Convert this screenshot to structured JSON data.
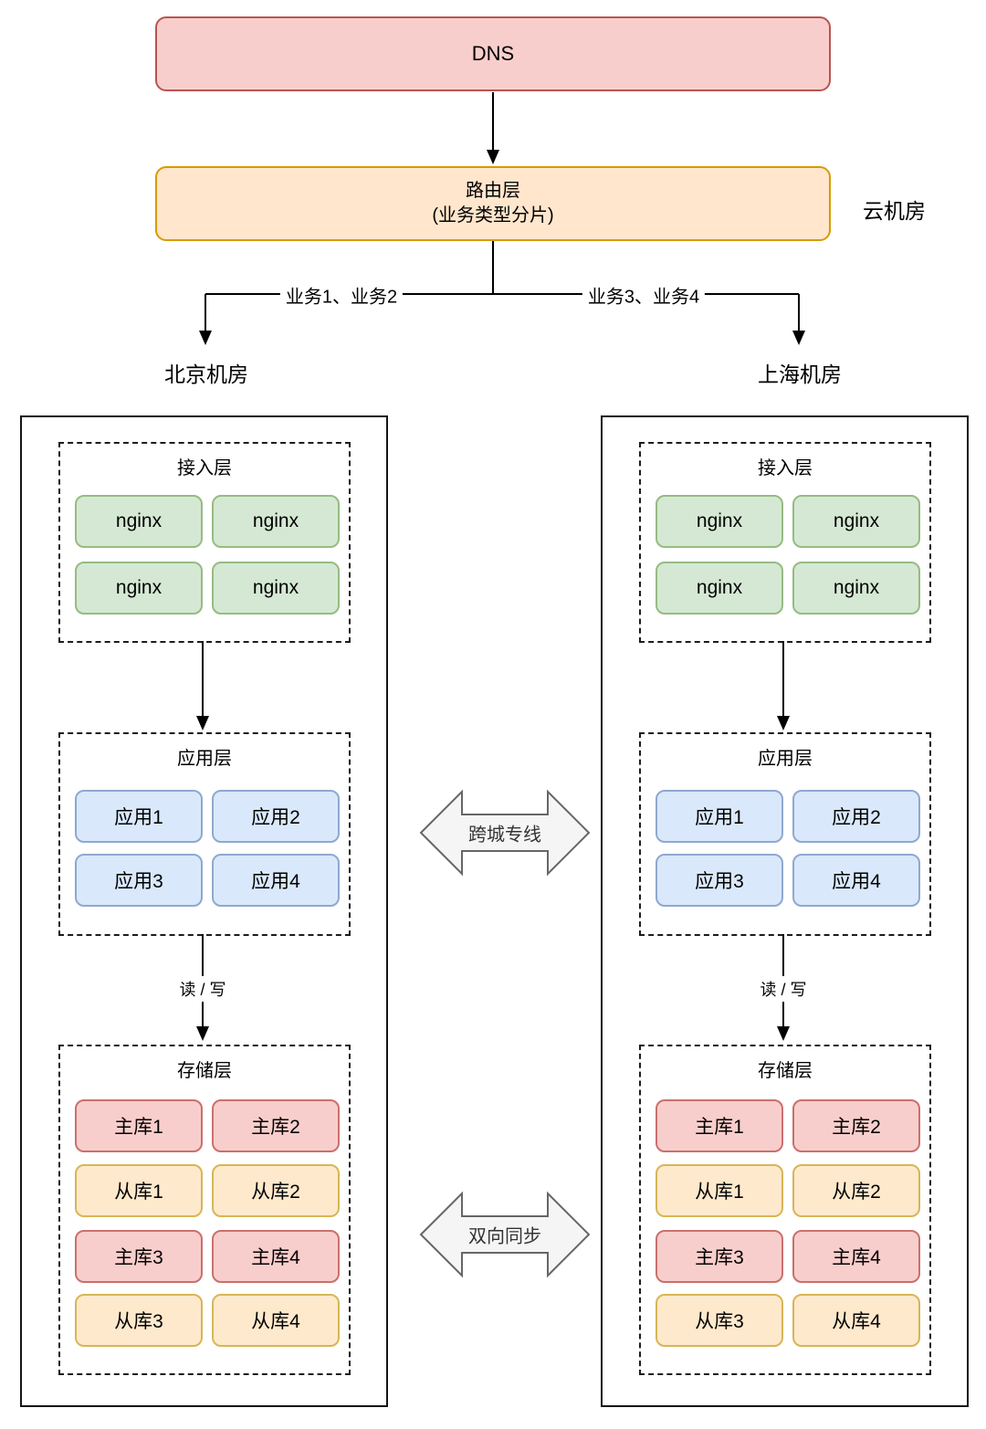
{
  "dns": {
    "label": "DNS"
  },
  "router": {
    "line1": "路由层",
    "line2": "(业务类型分片)"
  },
  "cloud_room": "云机房",
  "branches": {
    "left": "业务1、业务2",
    "right": "业务3、业务4"
  },
  "links": {
    "cross_city": "跨城专线",
    "sync": "双向同步",
    "read_write": "读 / 写"
  },
  "datacenters": [
    {
      "name": "北京机房",
      "access": {
        "title": "接入层",
        "nodes": [
          "nginx",
          "nginx",
          "nginx",
          "nginx"
        ]
      },
      "app": {
        "title": "应用层",
        "nodes": [
          "应用1",
          "应用2",
          "应用3",
          "应用4"
        ]
      },
      "storage": {
        "title": "存储层",
        "nodes": [
          "主库1",
          "主库2",
          "从库1",
          "从库2",
          "主库3",
          "主库4",
          "从库3",
          "从库4"
        ]
      }
    },
    {
      "name": "上海机房",
      "access": {
        "title": "接入层",
        "nodes": [
          "nginx",
          "nginx",
          "nginx",
          "nginx"
        ]
      },
      "app": {
        "title": "应用层",
        "nodes": [
          "应用1",
          "应用2",
          "应用3",
          "应用4"
        ]
      },
      "storage": {
        "title": "存储层",
        "nodes": [
          "主库1",
          "主库2",
          "从库1",
          "从库2",
          "主库3",
          "主库4",
          "从库3",
          "从库4"
        ]
      }
    }
  ],
  "colors": {
    "dns_fill": "#f8cecc",
    "dns_border": "#b85450",
    "router_fill": "#ffe6cc",
    "router_border": "#d79b00",
    "nginx_fill": "#d5e8d4",
    "nginx_border": "#97bb82",
    "app_fill": "#dae8fc",
    "app_border": "#8fa8cf",
    "master_fill": "#f8cecc",
    "master_border": "#c9706e",
    "slave_fill": "#ffe9cc",
    "slave_border": "#d6b656",
    "double_arrow_fill": "#f5f5f5",
    "double_arrow_border": "#666666"
  }
}
